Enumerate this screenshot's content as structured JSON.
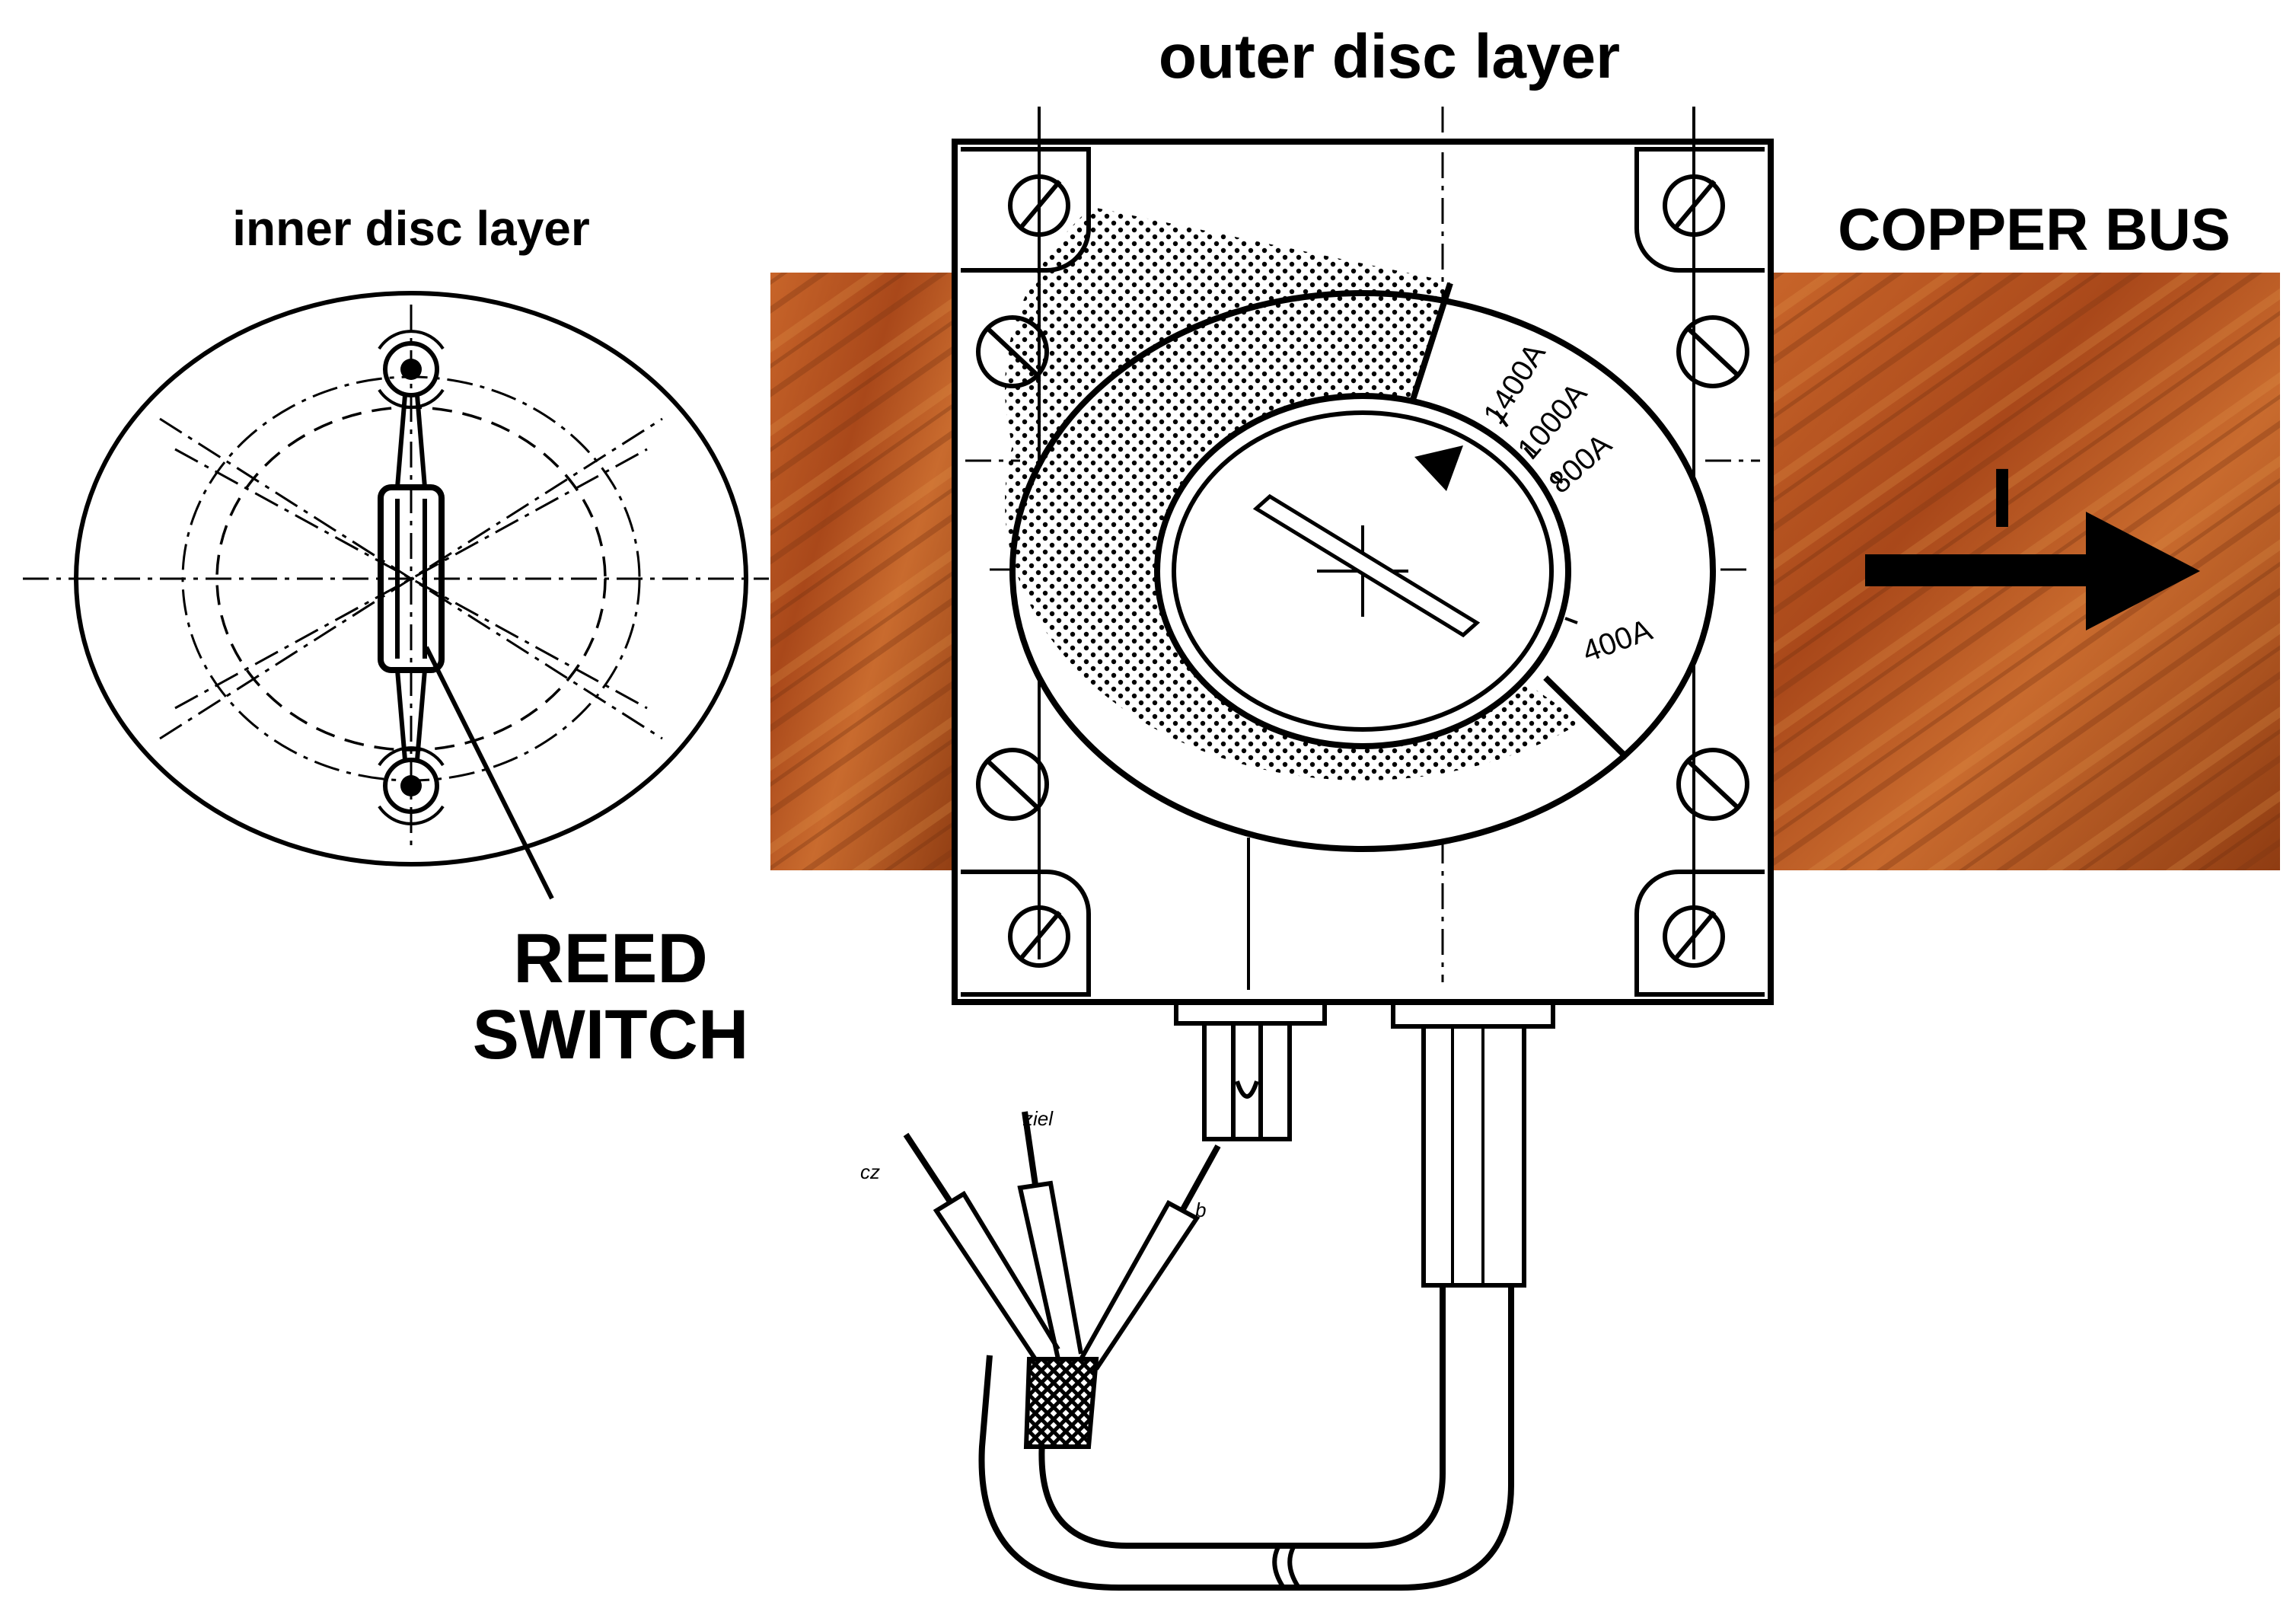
{
  "labels": {
    "outer_disc": "outer disc layer",
    "inner_disc": "inner disc layer",
    "copper_bus": "COPPER BUS",
    "reed_switch_line1": "REED",
    "reed_switch_line2": "SWITCH",
    "current_symbol": "I"
  },
  "dial_scale": [
    "1400A",
    "1000A",
    "800A",
    "400A"
  ],
  "wire_labels": [
    "cz",
    "ziel",
    "b"
  ],
  "colors": {
    "copper": "#b5541f",
    "copper_dark": "#7a3410",
    "copper_light": "#d98a3e",
    "line": "#000000",
    "background": "#ffffff"
  }
}
